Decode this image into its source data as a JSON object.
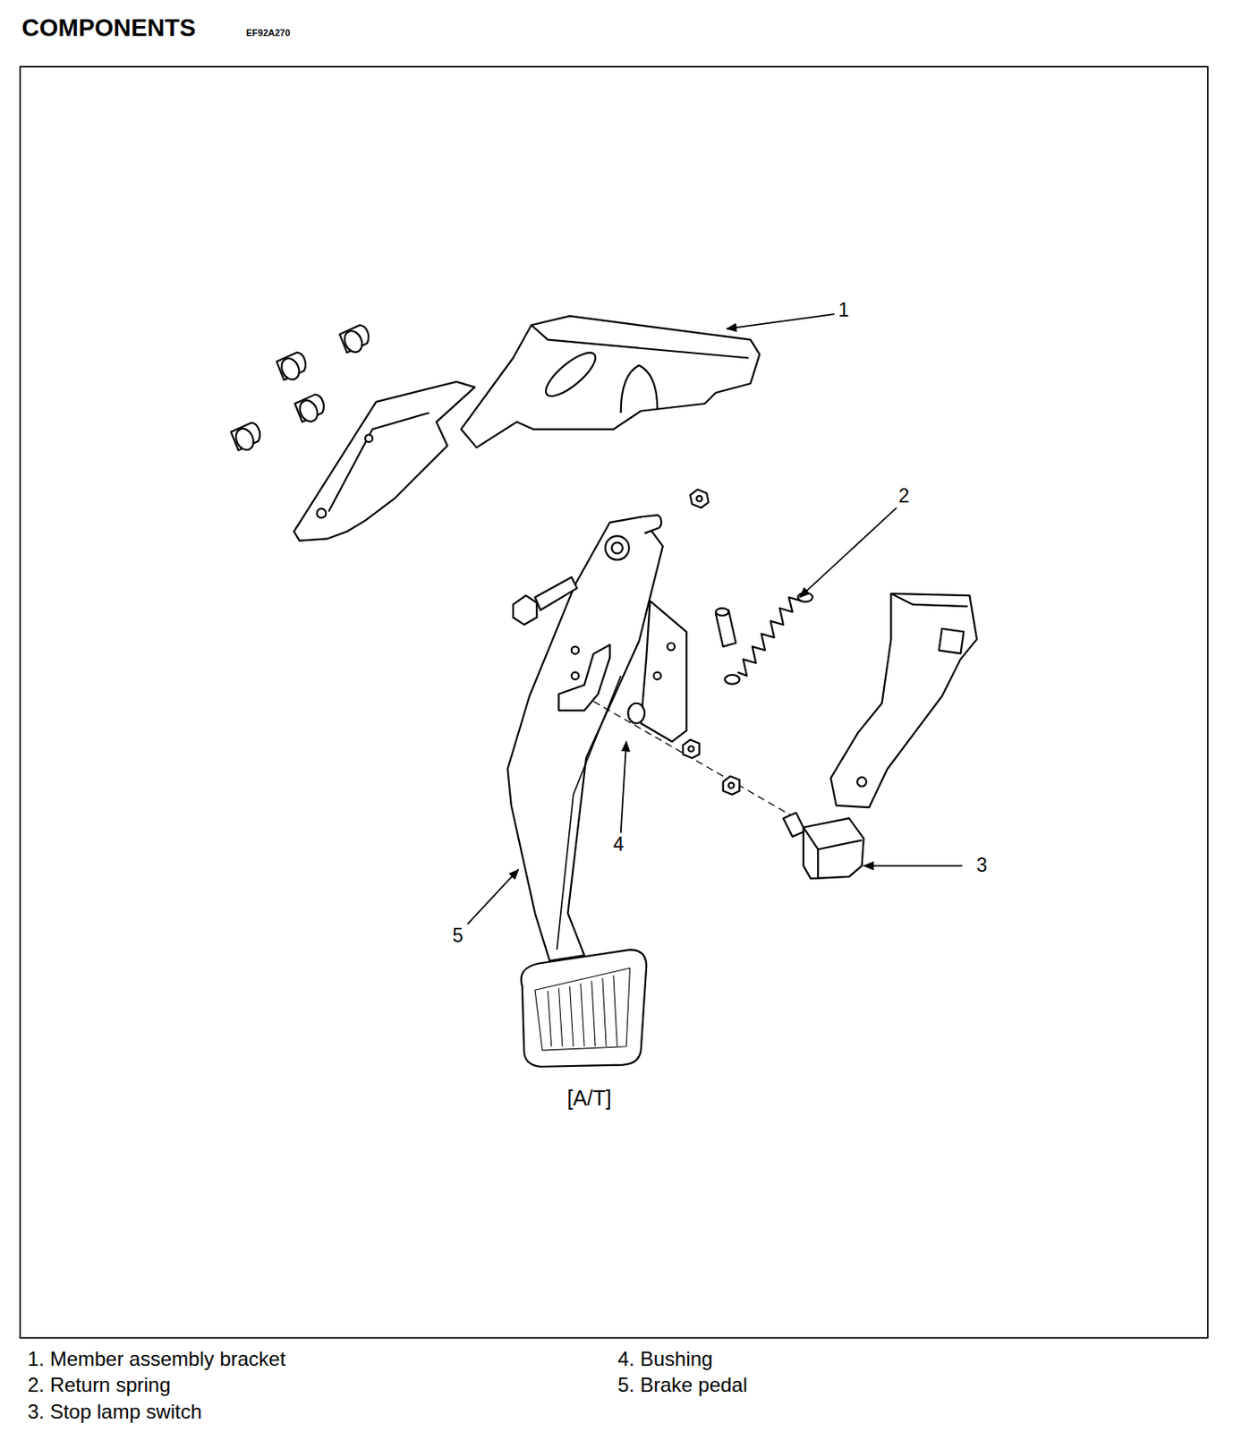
{
  "diagram": {
    "title": "COMPONENTS",
    "labels": [
      "EF92A270",
      "1",
      "2",
      "3",
      "4",
      "5",
      "[A/T]",
      "1. Member assembly bracket",
      "2. Return spring",
      "3. Stop lamp switch",
      "4. Bushing",
      "5. Brake pedal"
    ]
  }
}
